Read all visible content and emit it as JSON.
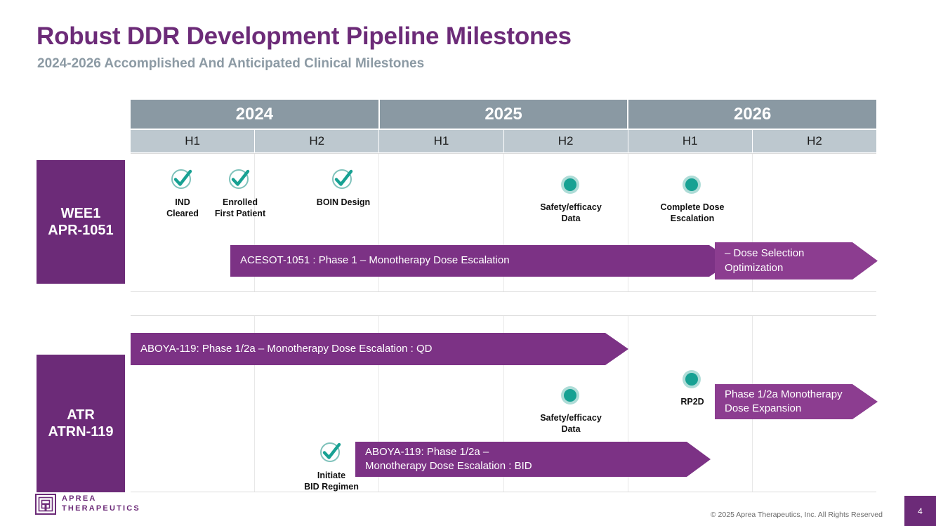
{
  "header": {
    "title": "Robust DDR Development Pipeline Milestones",
    "subtitle": "2024-2026 Accomplished And Anticipated Clinical Milestones"
  },
  "timeline": {
    "years": [
      "2024",
      "2025",
      "2026"
    ],
    "halves": [
      "H1",
      "H2",
      "H1",
      "H2",
      "H1",
      "H2"
    ]
  },
  "programs": [
    {
      "id": "wee1",
      "label_line1": "WEE1",
      "label_line2": "APR-1051",
      "milestones": [
        {
          "icon": "check-circle-icon",
          "label": "IND\nCleared"
        },
        {
          "icon": "check-circle-icon",
          "label": "Enrolled\nFirst Patient"
        },
        {
          "icon": "check-circle-icon",
          "label": "BOIN Design"
        },
        {
          "icon": "dot-icon",
          "label": "Safety/efficacy\nData"
        },
        {
          "icon": "dot-icon",
          "label": "Complete Dose\nEscalation"
        }
      ],
      "bars": [
        {
          "id": "acesot-1051",
          "text": "ACESOT-1051 : Phase 1 – Monotherapy Dose Escalation",
          "shade": "dark"
        },
        {
          "id": "dose-selection-optimization",
          "text": "– Dose Selection\nOptimization",
          "shade": "light"
        }
      ]
    },
    {
      "id": "atr",
      "label_line1": "ATR",
      "label_line2": "ATRN-119",
      "milestones": [
        {
          "icon": "dot-icon",
          "label": "Safety/efficacy\nData"
        },
        {
          "icon": "dot-icon",
          "label": "RP2D"
        },
        {
          "icon": "check-circle-icon",
          "label": "Initiate\nBID Regimen"
        }
      ],
      "bars": [
        {
          "id": "aboya-119-qd",
          "text": "ABOYA-119: Phase 1/2a – Monotherapy Dose Escalation : QD",
          "shade": "dark"
        },
        {
          "id": "phase-1-2a-dose-expansion",
          "text": "Phase 1/2a  Monotherapy\nDose Expansion",
          "shade": "light"
        },
        {
          "id": "aboya-119-bid",
          "text": "ABOYA-119: Phase 1/2a –\nMonotherapy Dose Escalation : BID",
          "shade": "dark"
        }
      ]
    }
  ],
  "footer": {
    "logo_line1": "APREA",
    "logo_line2": "THERAPEUTICS",
    "copyright": "© 2025 Aprea Therapeutics, Inc. All Rights Reserved",
    "page_number": "4"
  },
  "colors": {
    "brand_purple": "#6C2B78",
    "bar_purple_dark": "#7C3285",
    "bar_purple_light": "#8C3D90",
    "teal": "#17A193",
    "teal_light": "#AEDCD7",
    "year_header": "#8A99A3",
    "half_header": "#BDC8CF",
    "subtitle_gray": "#8C9AA4"
  }
}
